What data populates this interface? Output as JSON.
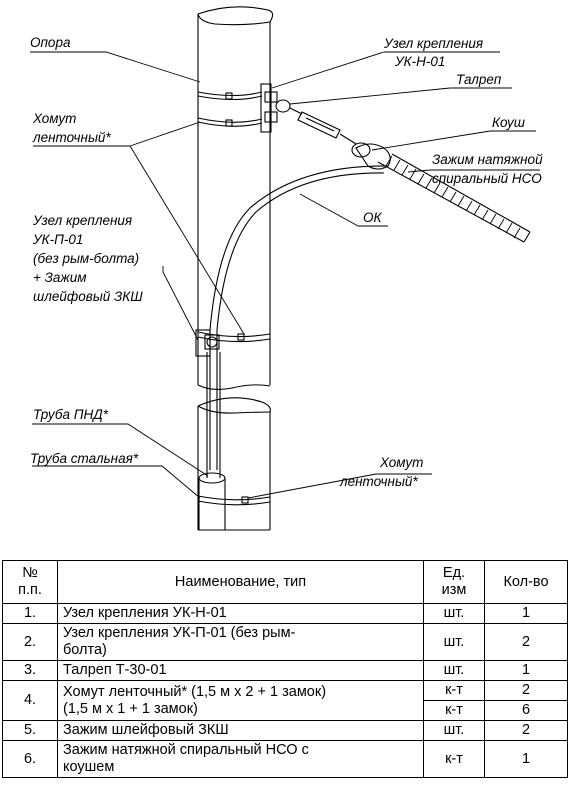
{
  "labels": {
    "opora": "Опора",
    "uzel_n_line1": "Узел крепления",
    "uzel_n_line2": "УК-Н-01",
    "talrep": "Талреп",
    "koush": "Коуш",
    "homut1_line1": "Хомут",
    "homut1_line2": "ленточный*",
    "zazhim_line1": "Зажим натяжной",
    "zazhim_line2": "спиральный НСО",
    "ok": "ОК",
    "uzel_p_line1": "Узел крепления",
    "uzel_p_line2": "УК-П-01",
    "uzel_p_line3": "(без рым-болта)",
    "uzel_p_line4": "+ Зажим",
    "uzel_p_line5": "шлейфовый ЗКШ",
    "truba_pnd": "Труба ПНД*",
    "truba_stal": "Труба стальная*",
    "homut2_line1": "Хомут",
    "homut2_line2": "ленточный*"
  },
  "table": {
    "headers": {
      "num_line1": "№",
      "num_line2": "п.п.",
      "name": "Наименование, тип",
      "unit_line1": "Ед.",
      "unit_line2": "изм",
      "qty": "Кол-во"
    },
    "rows": [
      {
        "num": "1.",
        "name": "Узел крепления УК-Н-01",
        "unit": "шт.",
        "qty": "1"
      },
      {
        "num": "2.",
        "name_line1": "Узел крепления УК-П-01 (без рым-",
        "name_line2": "болта)",
        "unit": "шт.",
        "qty": "2"
      },
      {
        "num": "3.",
        "name": "Талреп Т-30-01",
        "unit": "шт.",
        "qty": "1"
      },
      {
        "num": "4.",
        "name_line1": "Хомут ленточный* (1,5 м х 2 + 1 замок)",
        "name_line2": "(1,5 м х 1 + 1 замок)",
        "unit_a": "к-т",
        "qty_a": "2",
        "unit_b": "к-т",
        "qty_b": "6"
      },
      {
        "num": "5.",
        "name": "Зажим шлейфовый ЗКШ",
        "unit": "шт.",
        "qty": "2"
      },
      {
        "num": "6.",
        "name_line1": "Зажим натяжной спиральный НСО  с",
        "name_line2": "коушем",
        "unit": "к-т",
        "qty": "1"
      }
    ]
  }
}
